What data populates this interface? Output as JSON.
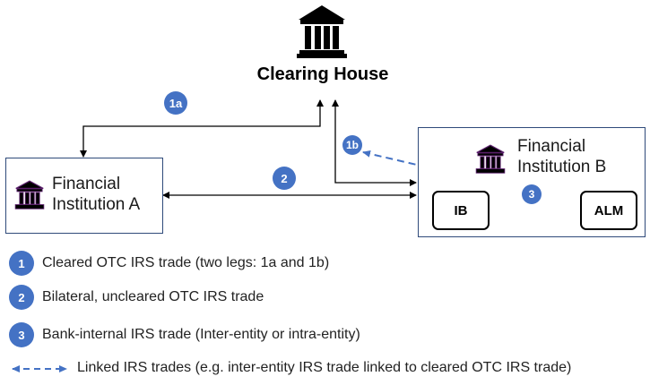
{
  "clearing_house": {
    "label": "Clearing House",
    "icon": "bank-building-icon"
  },
  "institution_a": {
    "line1": "Financial",
    "line2": "Institution A",
    "icon": "bank-building-icon"
  },
  "institution_b": {
    "line1": "Financial",
    "line2": "Institution B",
    "icon": "bank-building-icon",
    "nodes": {
      "ib": "IB",
      "alm": "ALM"
    }
  },
  "badges": {
    "b1a": "1a",
    "b1b": "1b",
    "b2": "2",
    "b3": "3"
  },
  "legend": [
    {
      "badge": "1",
      "text": "Cleared OTC IRS trade (two legs: 1a and 1b)"
    },
    {
      "badge": "2",
      "text": "Bilateral, uncleared OTC IRS trade"
    },
    {
      "badge": "3",
      "text": "Bank-internal IRS trade (Inter-entity or intra-entity)"
    },
    {
      "badge": "",
      "text": "Linked IRS trades (e.g. inter-entity IRS trade linked to cleared OTC IRS trade)"
    }
  ],
  "colors": {
    "accent": "#4472c4",
    "box_border": "#2f4a7a",
    "icon_outline": "#5a1f6b"
  }
}
